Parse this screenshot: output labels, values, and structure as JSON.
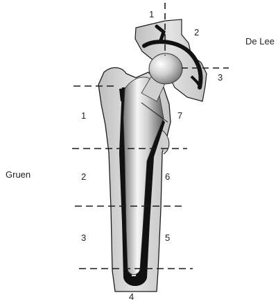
{
  "labels": {
    "system_gruen": "Gruen",
    "system_delee": "De Lee",
    "gruen_zones": [
      "1",
      "2",
      "3",
      "4",
      "5",
      "6",
      "7"
    ],
    "delee_zones": [
      "1",
      "2",
      "3"
    ]
  },
  "colors": {
    "background": "#ffffff",
    "outline": "#1a1a1a",
    "bone_fill": "#d8d8d8",
    "bone_shade": "#bdbdbd",
    "cement": "#111111",
    "stem_light": "#f5f5f5",
    "stem_dark": "#6e6e6e",
    "zone_line": "#1a1a1a"
  }
}
